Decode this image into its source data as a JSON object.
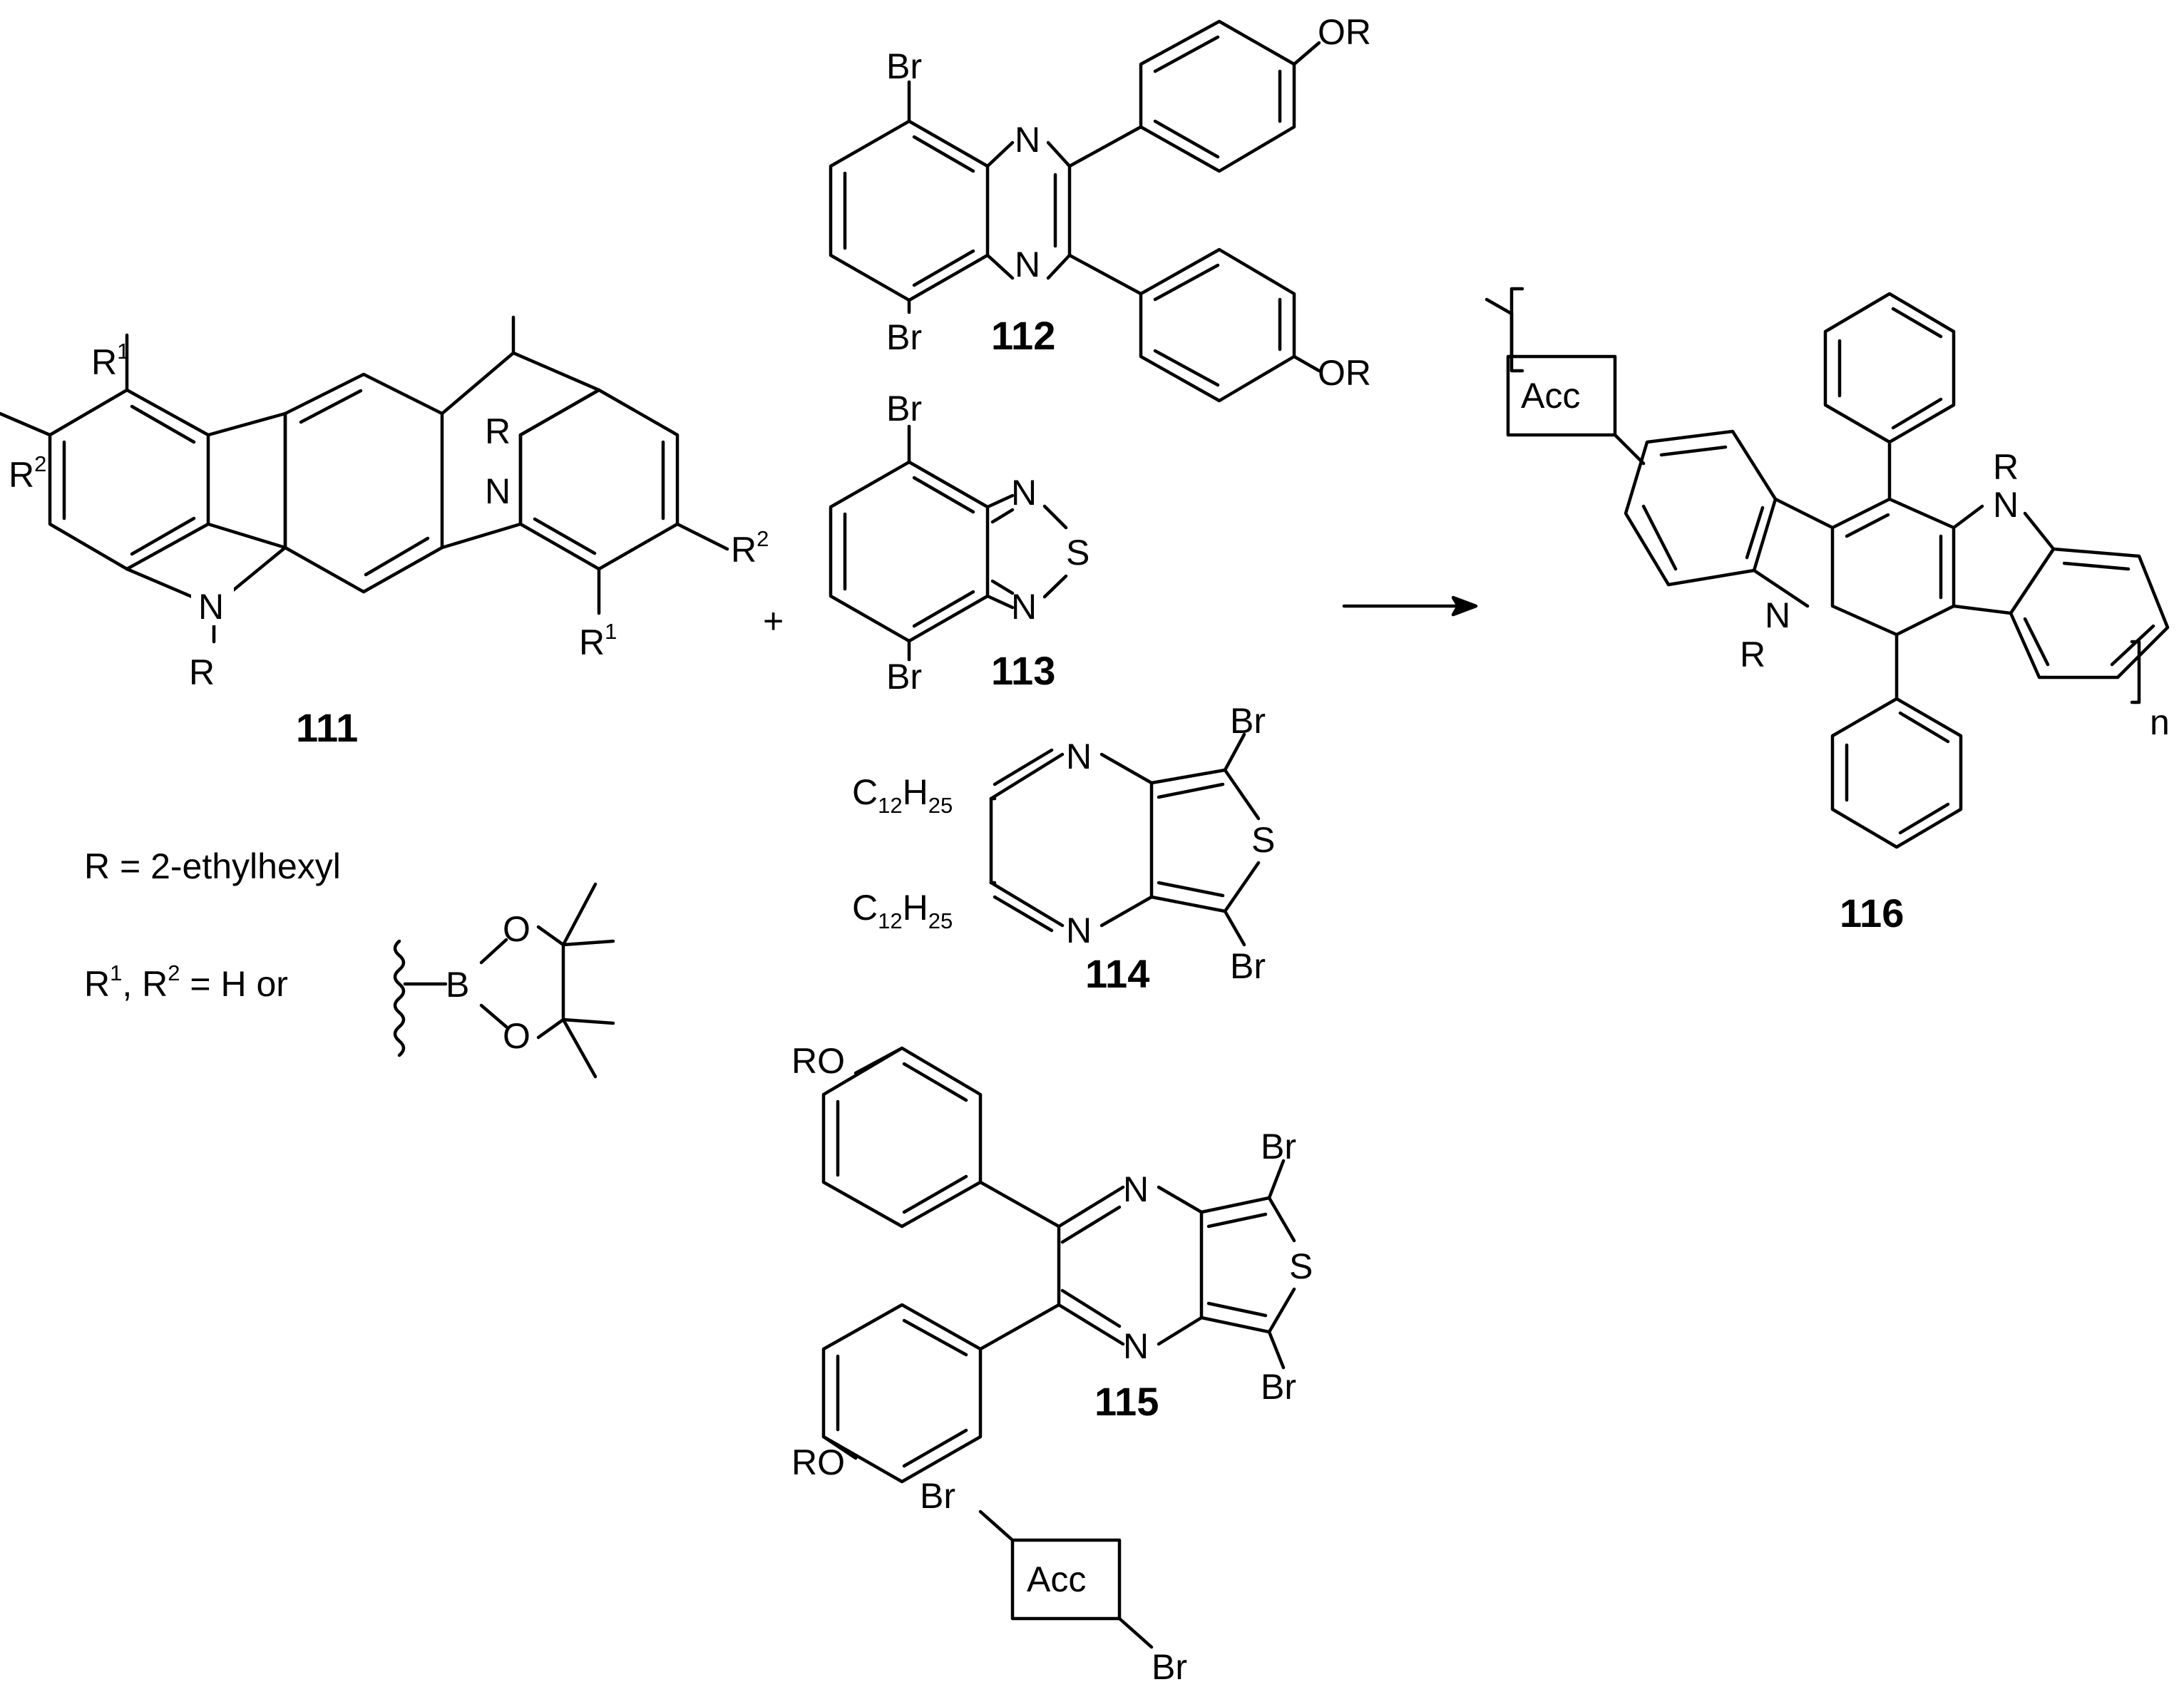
{
  "compounds": {
    "c111": "111",
    "c112": "112",
    "c113": "113",
    "c114": "114",
    "c115": "115",
    "c116": "116"
  },
  "atoms": {
    "N": "N",
    "S": "S",
    "Br": "Br",
    "R": "R",
    "OR": "OR",
    "RO": "RO",
    "B": "B",
    "O": "O",
    "R1": "R",
    "R2": "R",
    "sup1": "1",
    "sup2": "2",
    "C": "C",
    "H": "H",
    "sub12": "12",
    "sub25": "25",
    "n": "n"
  },
  "acceptor": "Acc",
  "plus": "+",
  "definitions": {
    "r_def": "R = 2-ethylhexyl",
    "r12_prefix_1": "R",
    "r12_sup1": "1",
    "r12_mid": ", R",
    "r12_sup2": "2",
    "r12_suffix": " = H or"
  }
}
